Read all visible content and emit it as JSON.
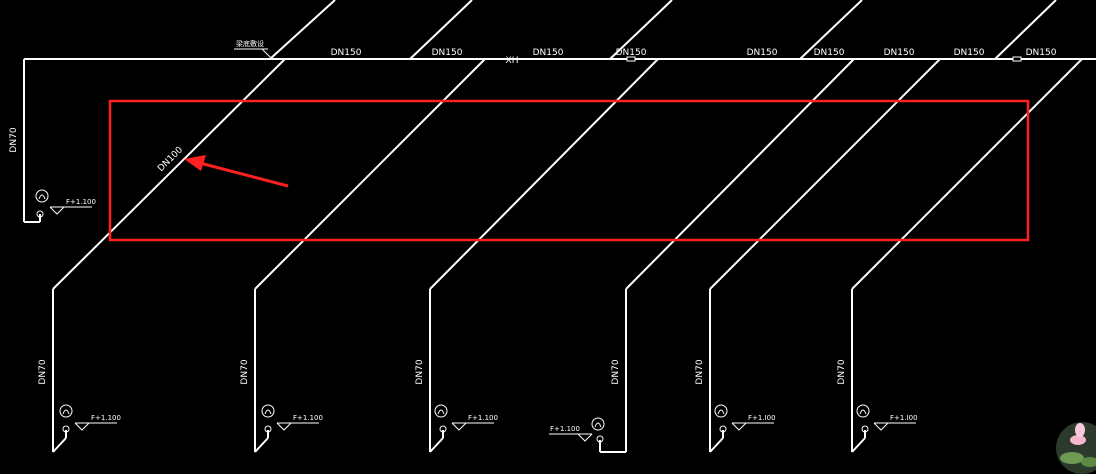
{
  "colors": {
    "background": "#000000",
    "pipe": "#ffffff",
    "highlight": "#ff2020",
    "arrow": "#ff2020"
  },
  "main_pipe": {
    "segment_label": "DN150",
    "xh_label": "XH",
    "note_label": "梁底敷设"
  },
  "highlight": {
    "arrow_target_label": "DN100"
  },
  "left_branch": {
    "size_label": "DN70",
    "elevation_label": "F+1.100"
  },
  "bottom_branches": [
    {
      "size_label": "DN70",
      "elevation_label": "F+1.100"
    },
    {
      "size_label": "DN70",
      "elevation_label": "F+1.100"
    },
    {
      "size_label": "DN70",
      "elevation_label": "F+1.100"
    },
    {
      "size_label": "DN70",
      "elevation_label": "F+1.100"
    },
    {
      "size_label": "DN70",
      "elevation_label": "F+1.I00"
    },
    {
      "size_label": "DN70",
      "elevation_label": "F+1.I00"
    }
  ],
  "icons": {
    "fire_hydrant": "fire-hydrant-symbol-icon",
    "elevation_marker": "elevation-triangle-icon",
    "watermark": "lotus-watermark-icon"
  }
}
